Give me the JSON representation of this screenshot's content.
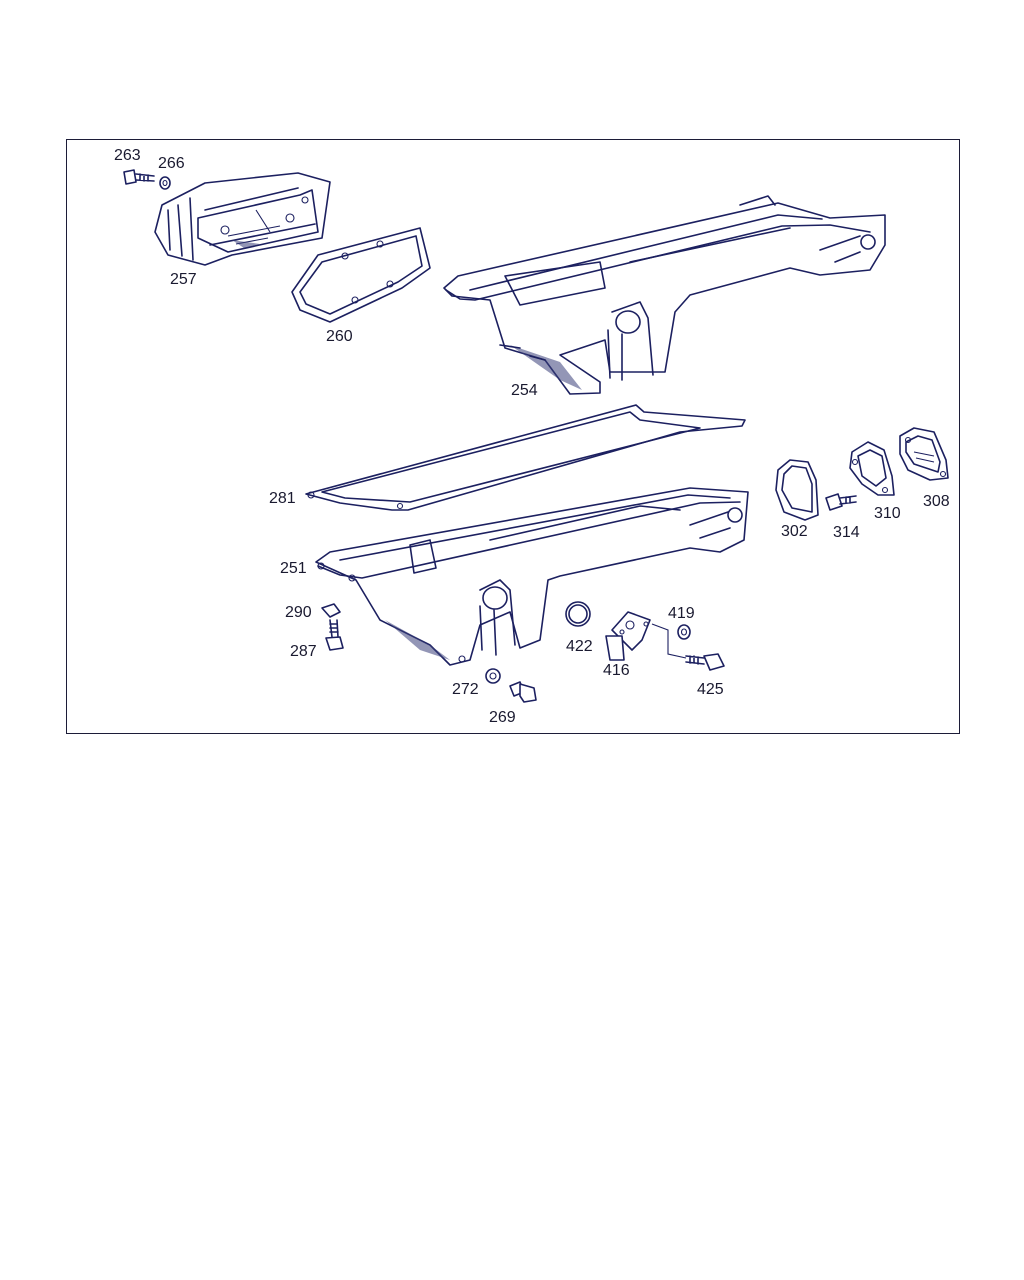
{
  "diagram": {
    "part_labels": {
      "p263": "263",
      "p266": "266",
      "p257": "257",
      "p260": "260",
      "p254": "254",
      "p281": "281",
      "p251": "251",
      "p290": "290",
      "p287": "287",
      "p272": "272",
      "p269": "269",
      "p422": "422",
      "p416": "416",
      "p419": "419",
      "p425": "425",
      "p302": "302",
      "p314": "314",
      "p310": "310",
      "p308": "308"
    }
  },
  "colors": {
    "line": "#1c2060",
    "frame": "#1c1c38",
    "text": "#1a1a30",
    "background": "#ffffff"
  }
}
